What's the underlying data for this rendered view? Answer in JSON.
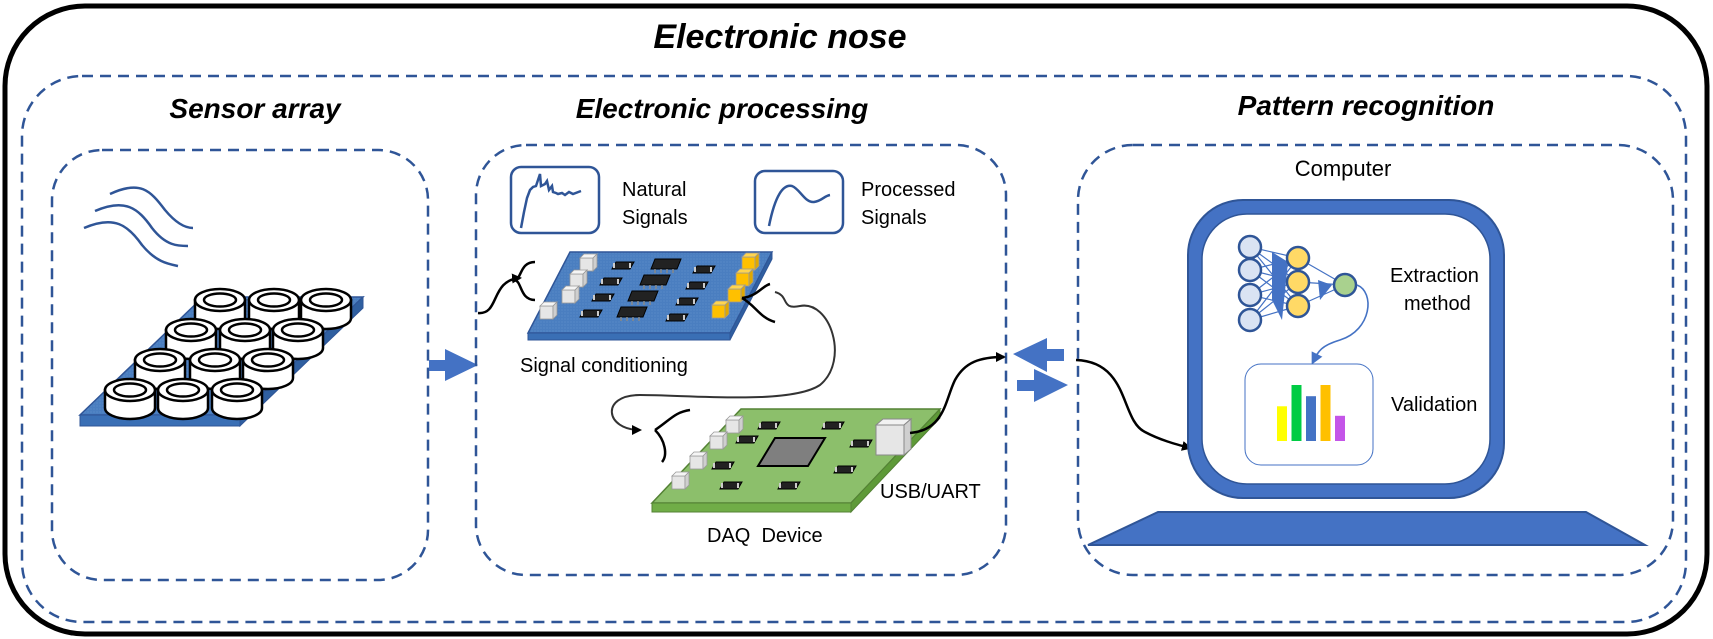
{
  "diagram": {
    "title": "Electronic nose",
    "colors": {
      "dash_blue": "#2F5597",
      "accent_blue": "#4472C4",
      "pcb_blue": "#4A7EC0",
      "pcb_green": "#70AD47",
      "node_input": "#DAE3F3",
      "node_hidden": "#FFD966",
      "node_output": "#A9D18E"
    },
    "sections": {
      "sensor_array": {
        "title": "Sensor array"
      },
      "electronic_processing": {
        "title": "Electronic processing",
        "natural_signals": [
          "Natural",
          "Signals"
        ],
        "processed_signals": [
          "Processed",
          "Signals"
        ],
        "signal_conditioning": "Signal conditioning",
        "daq_device": "DAQ  Device",
        "usb_uart": "USB/UART"
      },
      "pattern_recognition": {
        "title": "Pattern recognition",
        "computer": "Computer",
        "extraction_method": [
          "Extraction",
          "method"
        ],
        "validation": "Validation",
        "validation_bars": [
          {
            "color": "#FFFF00",
            "value": 0.62
          },
          {
            "color": "#00CC44",
            "value": 1.0
          },
          {
            "color": "#4472C4",
            "value": 0.8
          },
          {
            "color": "#FFC000",
            "value": 1.0
          },
          {
            "color": "#C455E8",
            "value": 0.45
          }
        ]
      }
    }
  }
}
